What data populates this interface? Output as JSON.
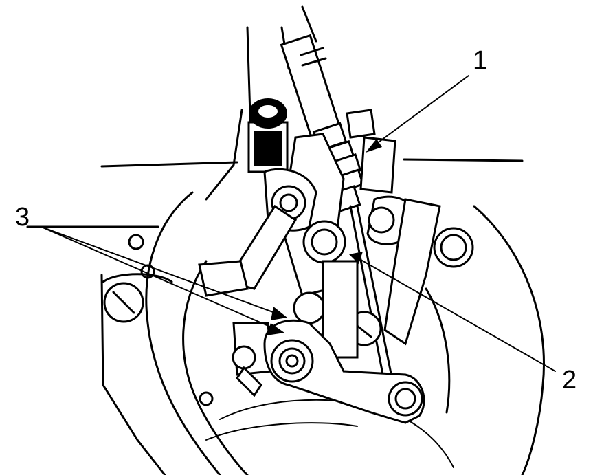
{
  "figure": {
    "callouts": [
      {
        "id": "1",
        "text": "1"
      },
      {
        "id": "2",
        "text": "2"
      },
      {
        "id": "3",
        "text": "3"
      }
    ],
    "colors": {
      "ink": "#000000",
      "paper": "#ffffff"
    }
  }
}
